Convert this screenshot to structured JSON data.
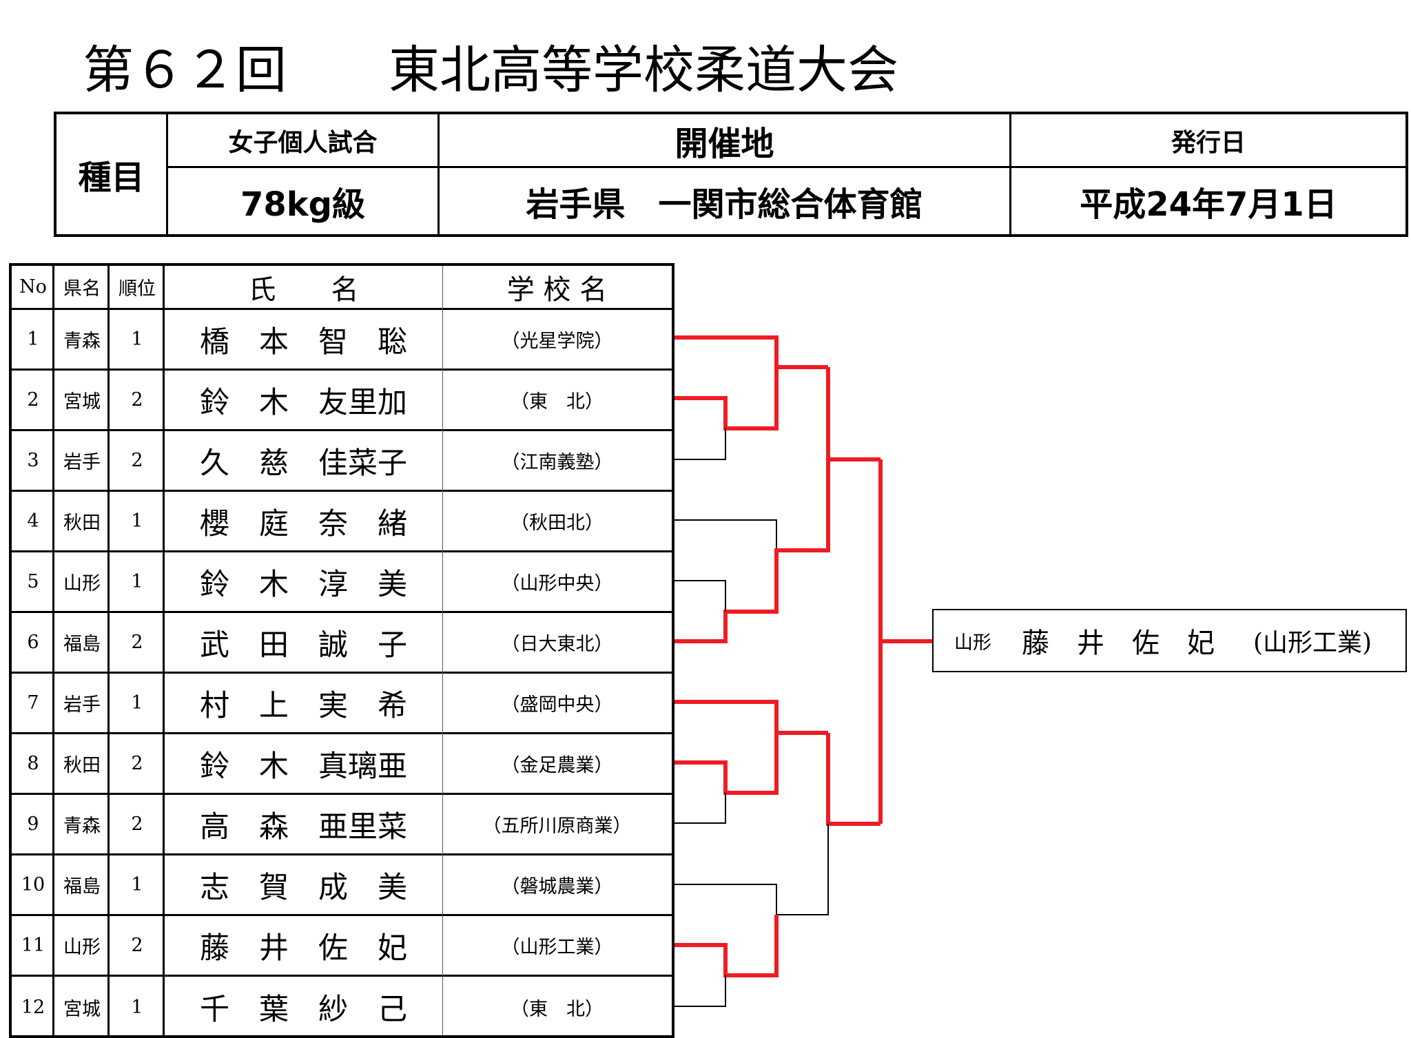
{
  "title": "第６２回　　東北高等学校柔道大会",
  "info": {
    "event_label": "種目",
    "event_type": "女子個人試合",
    "weight_class": "78kg級",
    "venue_label": "開催地",
    "venue": "岩手県　一関市総合体育館",
    "date_label": "発行日",
    "date": "平成24年7月1日"
  },
  "roster": {
    "headers": {
      "no": "No",
      "prefecture": "県名",
      "rank": "順位",
      "name": "氏　　名",
      "school": "学 校 名"
    },
    "rows": [
      {
        "no": "1",
        "pref": "青森",
        "rank": "1",
        "name": "橋　本　智　聡",
        "school": "（光星学院）"
      },
      {
        "no": "2",
        "pref": "宮城",
        "rank": "2",
        "name": "鈴　木　友里加",
        "school": "（東　北）"
      },
      {
        "no": "3",
        "pref": "岩手",
        "rank": "2",
        "name": "久　慈　佳菜子",
        "school": "（江南義塾）"
      },
      {
        "no": "4",
        "pref": "秋田",
        "rank": "1",
        "name": "櫻　庭　奈　緒",
        "school": "（秋田北）"
      },
      {
        "no": "5",
        "pref": "山形",
        "rank": "1",
        "name": "鈴　木　淳　美",
        "school": "（山形中央）"
      },
      {
        "no": "6",
        "pref": "福島",
        "rank": "2",
        "name": "武　田　誠　子",
        "school": "（日大東北）"
      },
      {
        "no": "7",
        "pref": "岩手",
        "rank": "1",
        "name": "村　上　実　希",
        "school": "（盛岡中央）"
      },
      {
        "no": "8",
        "pref": "秋田",
        "rank": "2",
        "name": "鈴　木　真璃亜",
        "school": "（金足農業）"
      },
      {
        "no": "9",
        "pref": "青森",
        "rank": "2",
        "name": "高　森　亜里菜",
        "school": "（五所川原商業）"
      },
      {
        "no": "10",
        "pref": "福島",
        "rank": "1",
        "name": "志　賀　成　美",
        "school": "（磐城農業）"
      },
      {
        "no": "11",
        "pref": "山形",
        "rank": "2",
        "name": "藤　井　佐　妃",
        "school": "（山形工業）"
      },
      {
        "no": "12",
        "pref": "宮城",
        "rank": "1",
        "name": "千　葉　紗　己",
        "school": "（東　北）"
      }
    ]
  },
  "winner": {
    "pref": "山形",
    "name": "藤　井　佐　妃",
    "school": "(山形工業)"
  },
  "colors": {
    "win_line": "#ee1c24",
    "line": "#000000"
  }
}
